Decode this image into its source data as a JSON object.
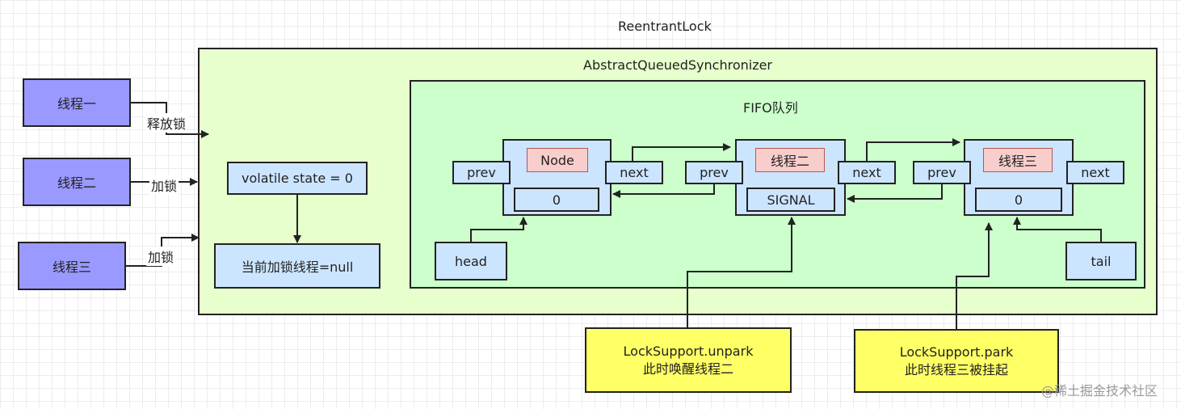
{
  "outer_title": "ReentrantLock",
  "aqs_title": "AbstractQueuedSynchronizer",
  "fifo_title": "FIFO队列",
  "threads": [
    "线程一",
    "线程二",
    "线程三"
  ],
  "edge_labels": {
    "release": "释放锁",
    "lock1": "加锁",
    "lock2": "加锁"
  },
  "state_label": "volatile state = 0",
  "current_thread_label": "当前加锁线程=null",
  "nodes": [
    {
      "title": "Node",
      "value": "0",
      "prev": "prev",
      "next": "next"
    },
    {
      "title": "线程二",
      "value": "SIGNAL",
      "prev": "prev",
      "next": "next"
    },
    {
      "title": "线程三",
      "value": "0",
      "prev": "prev",
      "next": "next"
    }
  ],
  "head_label": "head",
  "tail_label": "tail",
  "unpark": {
    "line1": "LockSupport.unpark",
    "line2": "此时唤醒线程二"
  },
  "park": {
    "line1": "LockSupport.park",
    "line2": "此时线程三被挂起"
  },
  "watermark": "@稀土掘金技术社区",
  "colors": {
    "thread": "#9999ff",
    "aqs_bg": "#e6ffcc",
    "fifo_bg": "#ccffcc",
    "blue_box": "#cce5ff",
    "pink_box": "#f8cecc",
    "yellow_box": "#ffff66"
  }
}
